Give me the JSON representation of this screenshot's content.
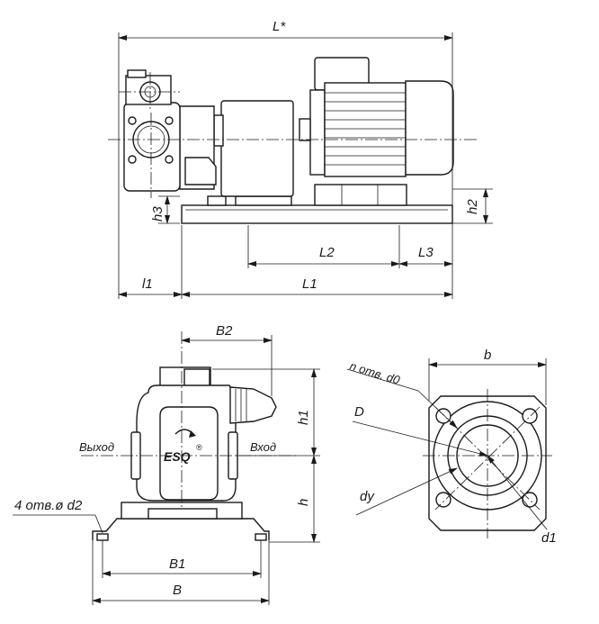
{
  "labels": {
    "L_star": "L*",
    "L1": "L1",
    "L2": "L2",
    "L3": "L3",
    "l1": "l1",
    "h2": "h2",
    "h3": "h3",
    "B2": "B2",
    "h1": "h1",
    "h": "h",
    "B1": "B1",
    "B": "B",
    "outlet": "Выход",
    "inlet": "Вход",
    "holes_d2": "4 отв.ø d2",
    "b": "b",
    "holes_d0": "n отв. d0",
    "D": "D",
    "dy": "dy",
    "d1": "d1"
  },
  "brand": {
    "logo": "ESQ",
    "logo_mark": "®"
  }
}
